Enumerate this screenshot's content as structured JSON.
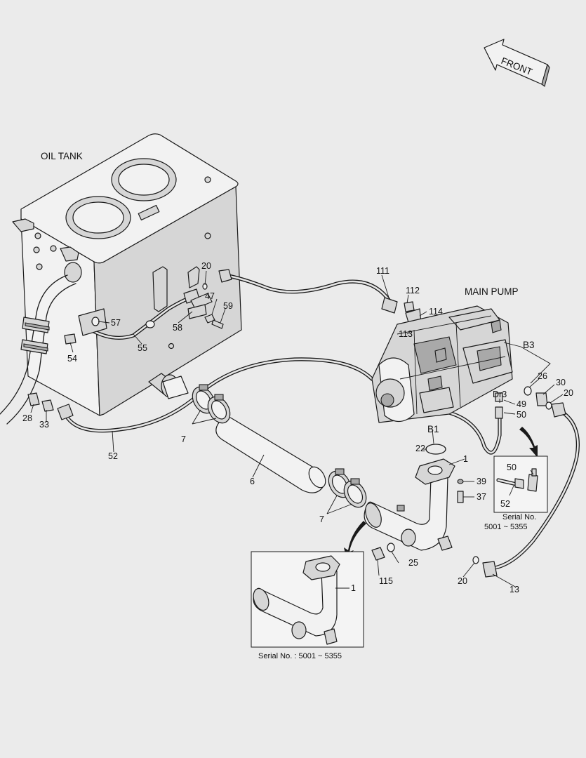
{
  "labels": {
    "oil_tank": "OIL TANK",
    "main_pump": "MAIN PUMP",
    "front": "FRONT",
    "b1": "B1",
    "b3": "B3",
    "dr3": "Dr3"
  },
  "callouts": {
    "p1": "1",
    "p6": "6",
    "p7a": "7",
    "p7b": "7",
    "p13": "13",
    "p20a": "20",
    "p20b": "20",
    "p20c": "20",
    "p22": "22",
    "p25": "25",
    "p26": "26",
    "p28": "28",
    "p30": "30",
    "p33": "33",
    "p37": "37",
    "p39": "39",
    "p47": "47",
    "p49": "49",
    "p50": "50",
    "p52": "52",
    "p54": "54",
    "p55": "55",
    "p57": "57",
    "p58": "58",
    "p59": "59",
    "p111": "111",
    "p112": "112",
    "p113": "113",
    "p114": "114",
    "p115": "115"
  },
  "inset_right": {
    "p50": "50",
    "p52": "52",
    "serial_label": "Serial No.",
    "serial_range": "5001 ~ 5355"
  },
  "inset_bottom": {
    "p1": "1",
    "serial": "Serial No.  : 5001 ~ 5355"
  }
}
